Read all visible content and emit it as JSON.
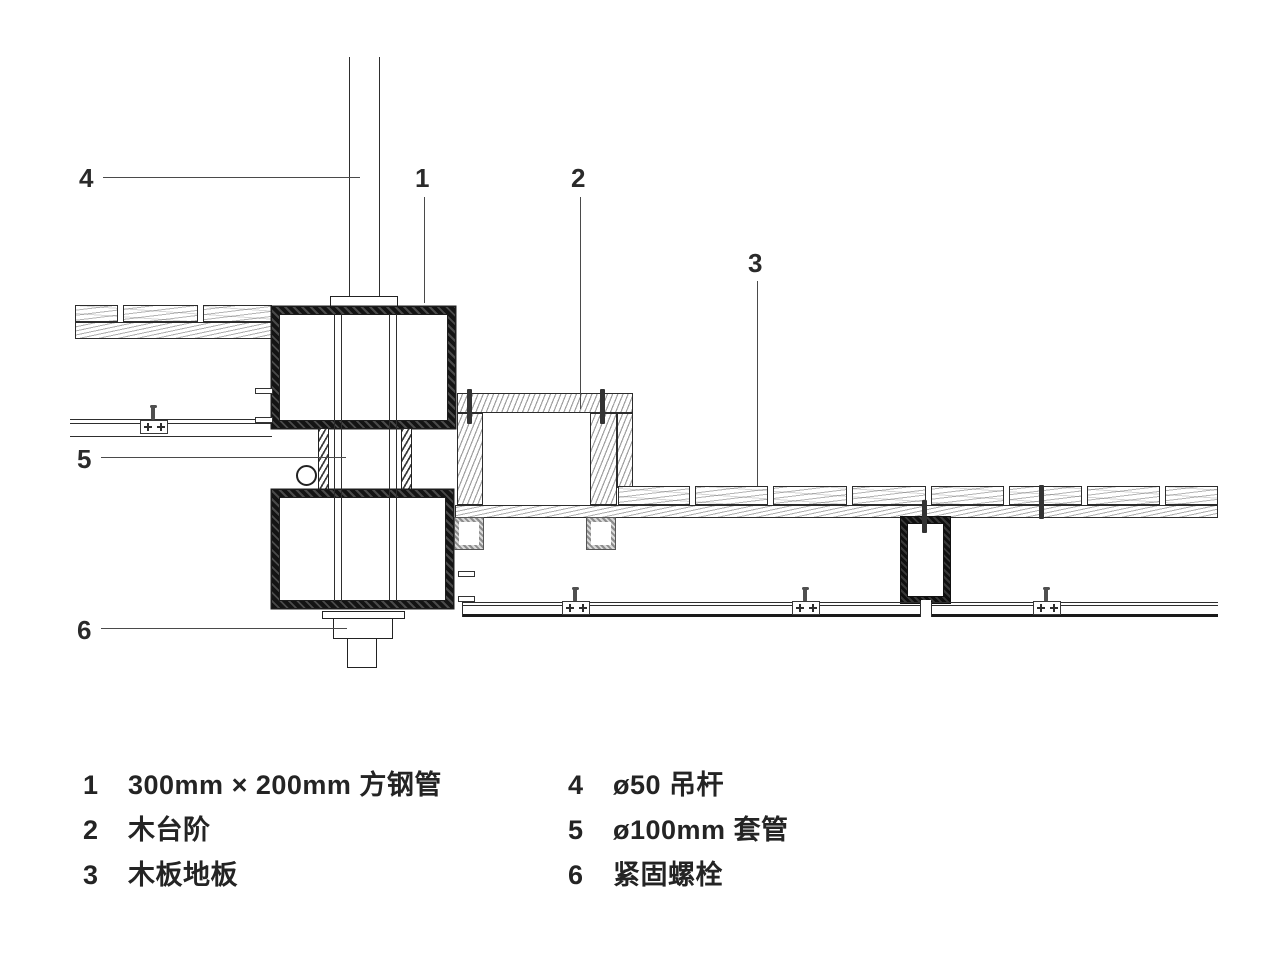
{
  "drawing_type": "construction-detail-section",
  "callouts": [
    {
      "num": "1"
    },
    {
      "num": "2"
    },
    {
      "num": "3"
    },
    {
      "num": "4"
    },
    {
      "num": "5"
    },
    {
      "num": "6"
    }
  ],
  "legend": {
    "items": [
      {
        "num": "1",
        "text": "300mm × 200mm 方钢管"
      },
      {
        "num": "2",
        "text": "木台阶"
      },
      {
        "num": "3",
        "text": "木板地板"
      },
      {
        "num": "4",
        "text": "ø50 吊杆"
      },
      {
        "num": "5",
        "text": "ø100mm 套管"
      },
      {
        "num": "6",
        "text": "紧固螺栓"
      }
    ]
  },
  "colors": {
    "ink": "#1f1f1f",
    "background": "#ffffff",
    "wood_hatch": "#5a5a5a"
  }
}
